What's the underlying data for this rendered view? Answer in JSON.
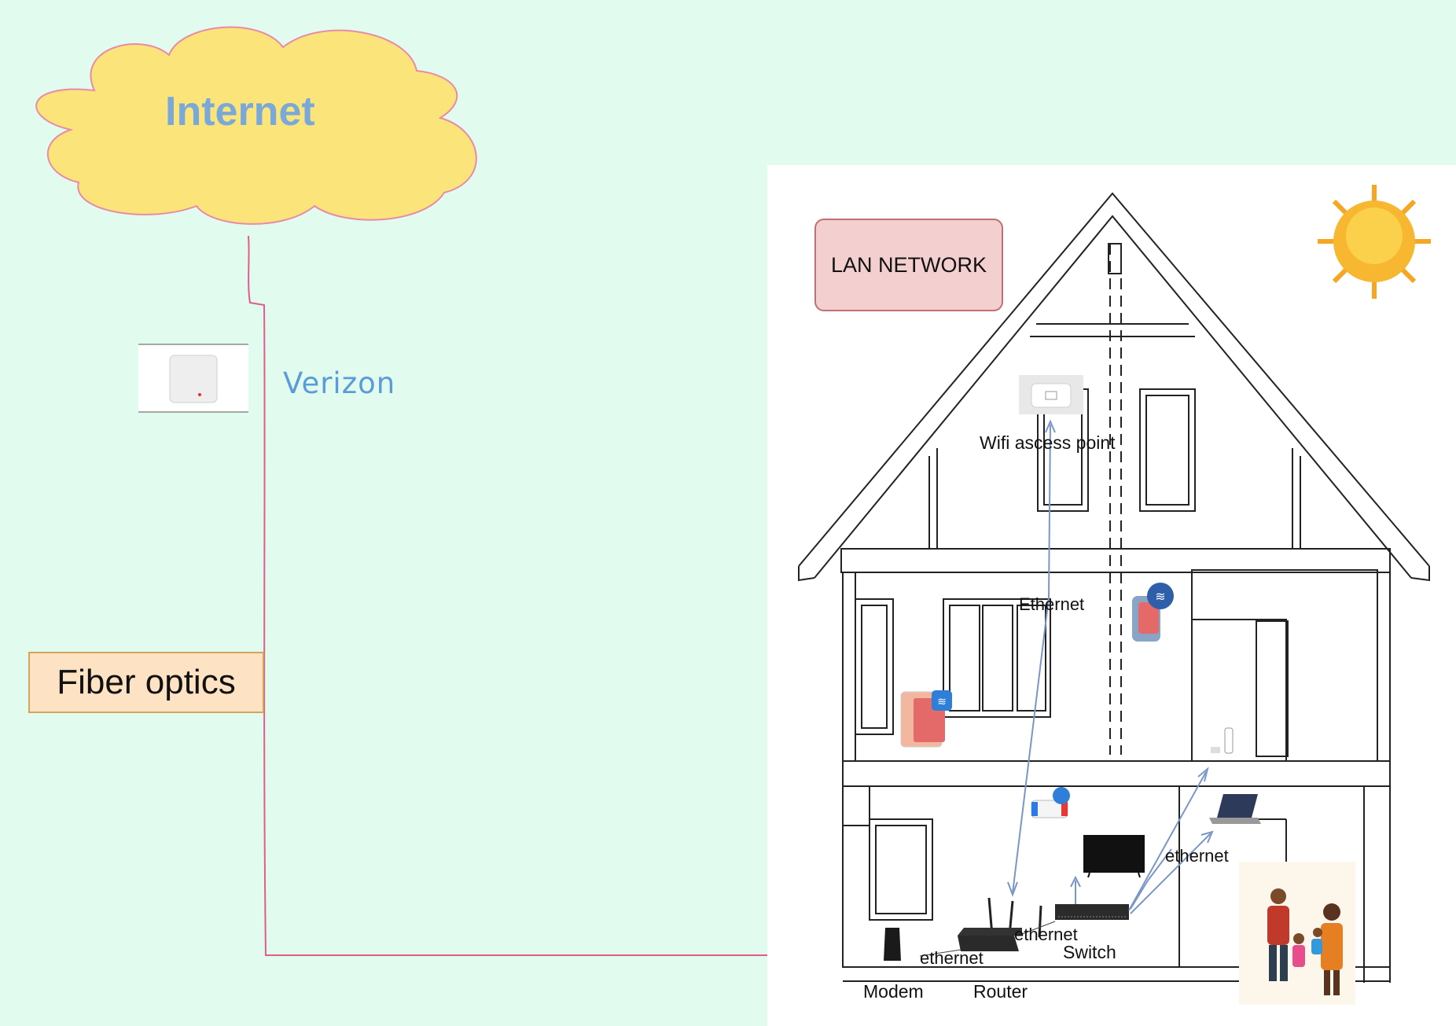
{
  "diagram": {
    "internet_label": "Internet",
    "isp_label": "Verizon",
    "link_label": "Fiber optics",
    "lan_label": "LAN NETWORK",
    "labels": {
      "wifi_ap": "Wifi ascess point",
      "ethernet_upper": "Ethernet",
      "ethernet_right": "ethernet",
      "ethernet_router_switch": "ethernet",
      "ethernet_modem_router": "ethernet",
      "switch": "Switch",
      "modem": "Modem",
      "router": "Router"
    },
    "colors": {
      "background": "#e1fcef",
      "cloud_fill": "#fbe57a",
      "cloud_stroke": "#e88aa8",
      "internet_text": "#7aa8d8",
      "verizon_text": "#5a9bd8",
      "fiber_line": "#e05c8c",
      "fiber_box_fill": "#fde2c4",
      "lan_box_fill": "#f3cfcf",
      "arrow": "#7a96c8",
      "sun": "#f5a623"
    },
    "icons": [
      "cloud-icon",
      "modem-device-icon",
      "sun-icon",
      "wifi-access-point-icon",
      "tablet-icon",
      "phone-icon",
      "game-console-icon",
      "laptop-icon",
      "tv-icon",
      "router-icon",
      "switch-icon",
      "family-icon"
    ]
  }
}
